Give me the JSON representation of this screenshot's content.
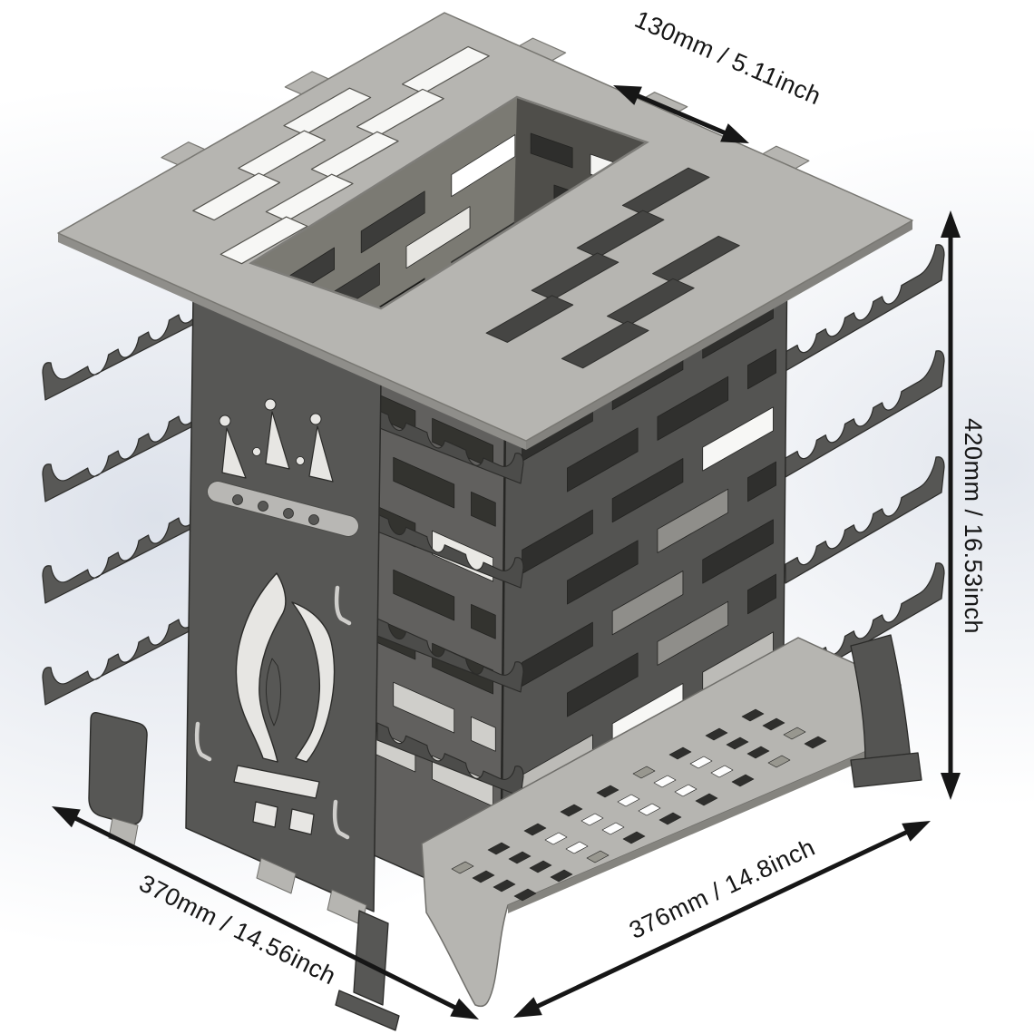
{
  "scene": {
    "kind": "isometric-cad-render",
    "subject": "flat-pack fire pit basket with skewer comb racks, perforated top plate and ash tray"
  },
  "dimensions": {
    "opening_width": {
      "label": "130mm / 5.11inch",
      "value_mm": "130mm",
      "value_inch": "5.11inch"
    },
    "height": {
      "label": "420mm / 16.53inch",
      "value_mm": "420mm",
      "value_inch": "16.53inch"
    },
    "depth": {
      "label": "370mm / 14.56inch",
      "value_mm": "370mm",
      "value_inch": "14.56inch"
    },
    "base_width": {
      "label": "376mm / 14.8inch",
      "value_mm": "376mm",
      "value_inch": "14.8inch"
    }
  },
  "emblems": {
    "crown": "crown-cutout",
    "flame": "flame-cutout"
  },
  "palette": {
    "background_tint": "#dde2ea",
    "metal_light": "#b6b5b1",
    "metal_mid": "#8f8e8a",
    "metal_dark": "#575755",
    "wall_left": "#61605e",
    "wall_right": "#545452",
    "slot_dark": "#2f2f2d",
    "slot_light": "#cfceca",
    "cut_white": "#f7f7f5",
    "emblem_light": "#e7e6e3",
    "outline": "#2b2b29",
    "dimension_ink": "#161616"
  }
}
